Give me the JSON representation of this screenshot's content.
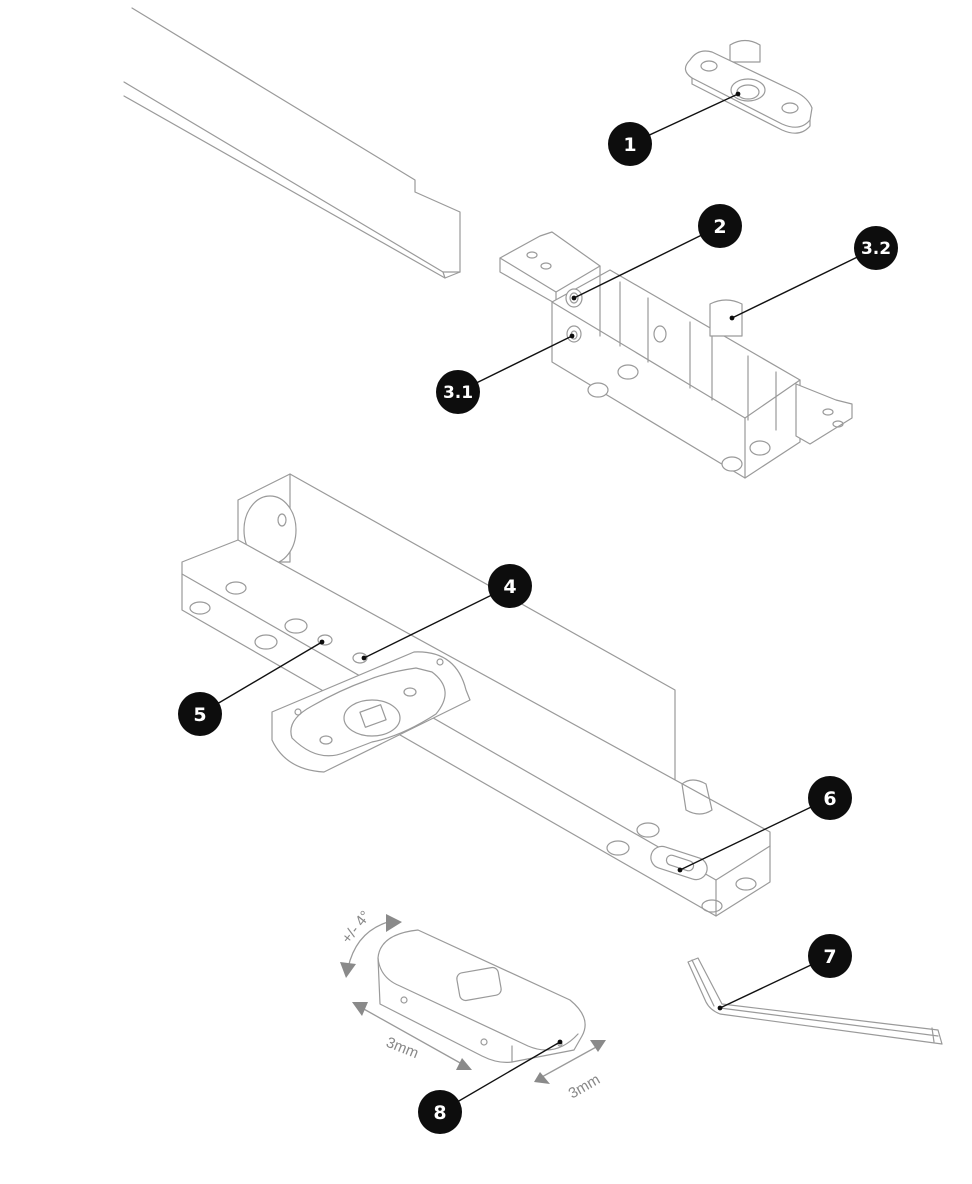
{
  "callouts": [
    {
      "id": "c1",
      "label": "1"
    },
    {
      "id": "c2",
      "label": "2"
    },
    {
      "id": "c32",
      "label": "3.2"
    },
    {
      "id": "c31",
      "label": "3.1"
    },
    {
      "id": "c4",
      "label": "4"
    },
    {
      "id": "c5",
      "label": "5"
    },
    {
      "id": "c6",
      "label": "6"
    },
    {
      "id": "c7",
      "label": "7"
    },
    {
      "id": "c8",
      "label": "8"
    }
  ],
  "dimensions": {
    "rotation": "+/- 4°",
    "length_adjust": "3mm",
    "width_adjust": "3mm"
  },
  "colors": {
    "line": "#9a9a9a",
    "callout_fill": "#0d0d0d",
    "callout_text": "#ffffff"
  }
}
